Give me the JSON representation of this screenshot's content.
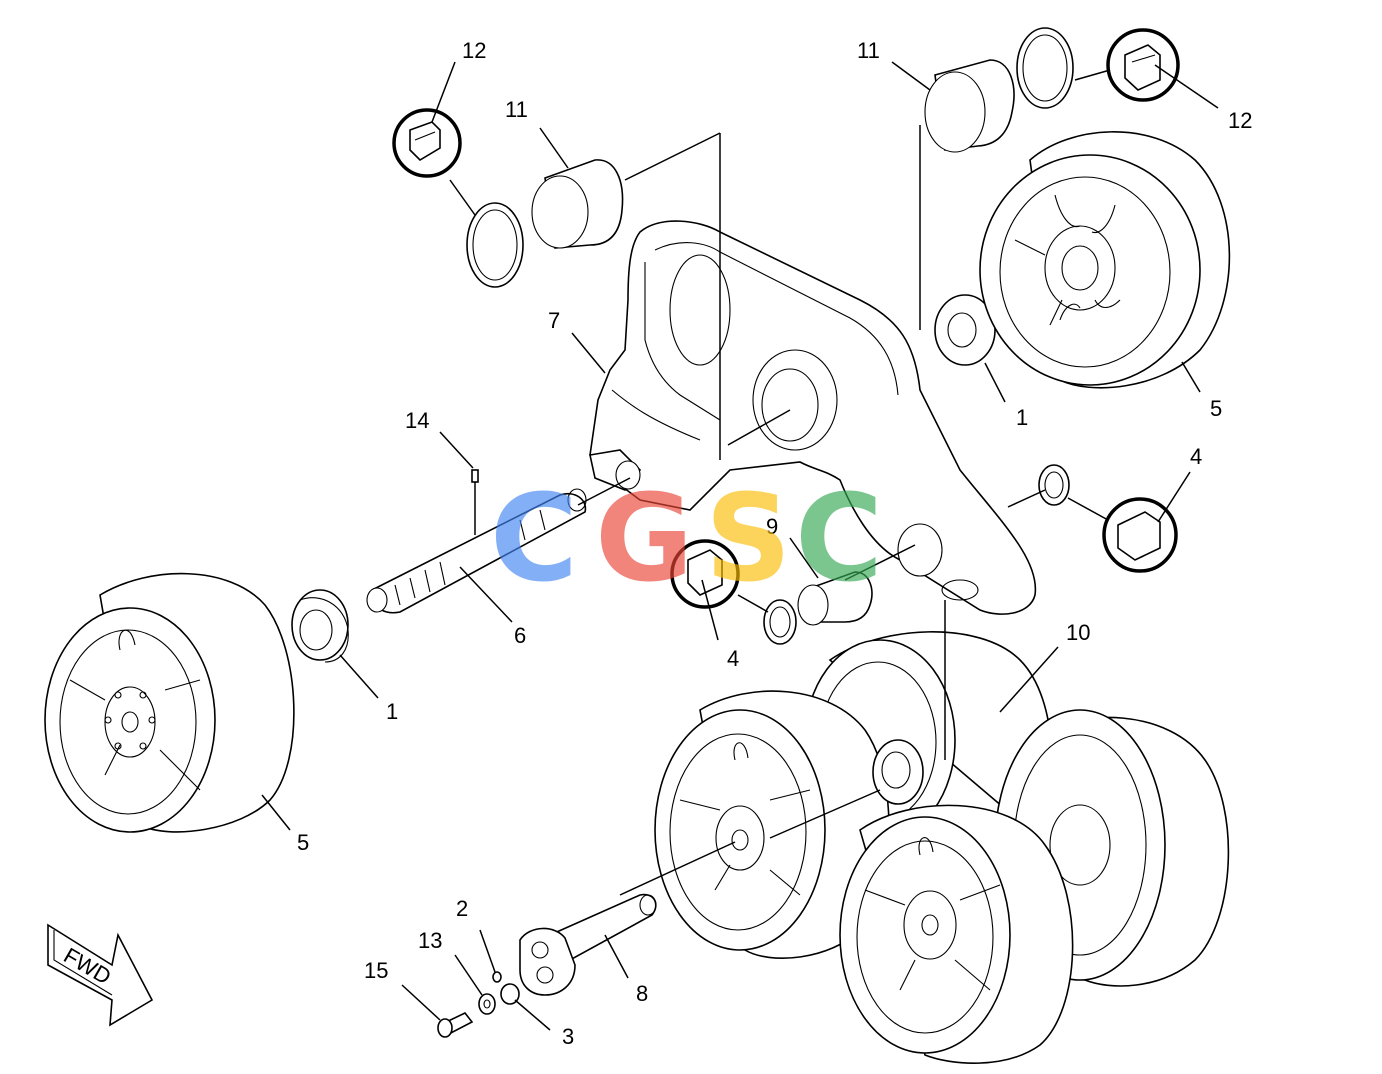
{
  "callouts": {
    "c12_left": "12",
    "c11_left": "11",
    "c11_right": "11",
    "c12_right": "12",
    "c7": "7",
    "c14": "14",
    "c1_right": "1",
    "c5_right": "5",
    "c4_right": "4",
    "c9": "9",
    "c6": "6",
    "c4_mid": "4",
    "c10": "10",
    "c1_left": "1",
    "c5_left": "5",
    "c2": "2",
    "c13": "13",
    "c15": "15",
    "c8": "8",
    "c3": "3"
  },
  "fwd_label": "FWD",
  "watermark": {
    "letters": [
      "C",
      "G",
      "S",
      "C"
    ],
    "colors": [
      "#4285F4",
      "#EA4335",
      "#FBBC05",
      "#34A853"
    ]
  },
  "colors": {
    "line": "#000000",
    "background": "#ffffff"
  }
}
